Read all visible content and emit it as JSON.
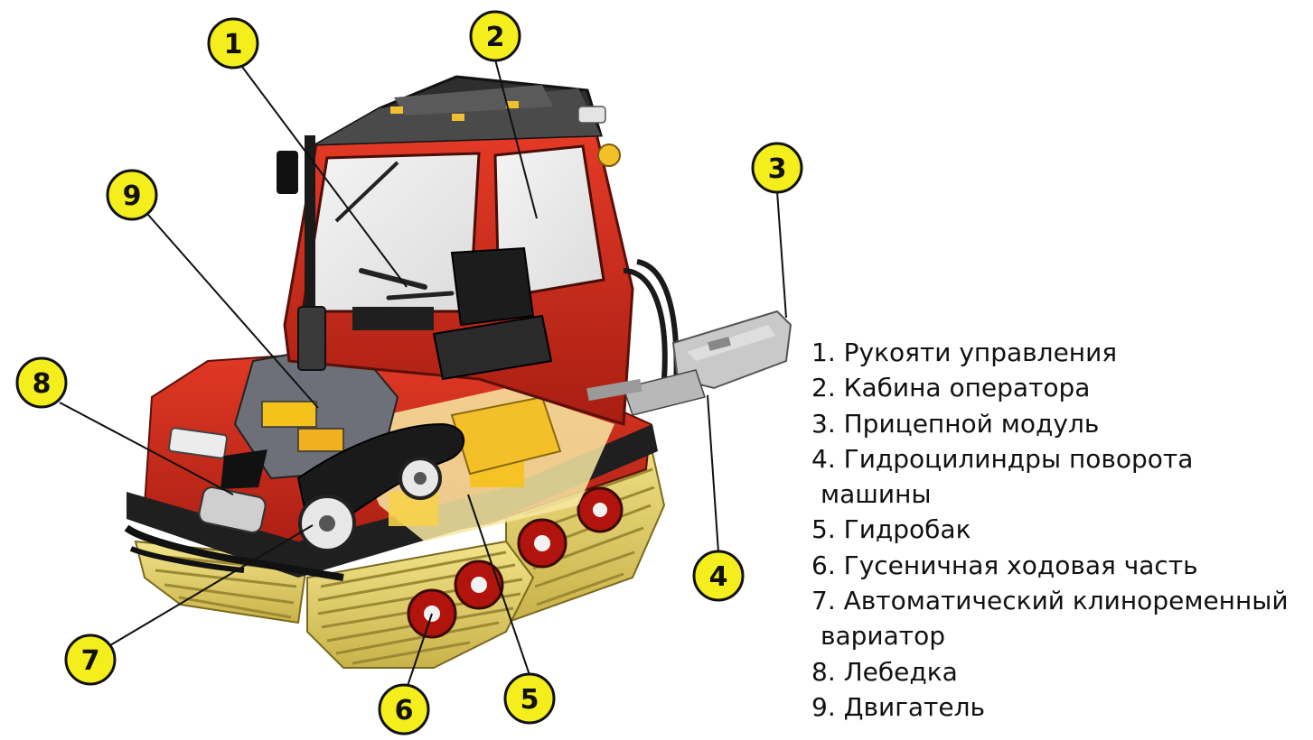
{
  "callouts": {
    "c1": "1",
    "c2": "2",
    "c3": "3",
    "c4": "4",
    "c5": "5",
    "c6": "6",
    "c7": "7",
    "c8": "8",
    "c9": "9"
  },
  "legend": {
    "item1": "1. Рукояти управления",
    "item2": "2. Кабина оператора",
    "item3": "3. Прицепной модуль",
    "item4_line1": "4. Гидроцилиндры поворота",
    "item4_line2": "машины",
    "item5": "5. Гидробак",
    "item6": "6. Гусеничная ходовая часть",
    "item7_line1": "7. Автоматический клиноременный",
    "item7_line2": "вариатор",
    "item8": "8. Лебедка",
    "item9": "9. Двигатель"
  },
  "colors": {
    "callout_fill": "#f3ee1c",
    "body_red": "#d42a1c",
    "track_yellow": "#e7d36a",
    "roof_dark": "#333333"
  }
}
